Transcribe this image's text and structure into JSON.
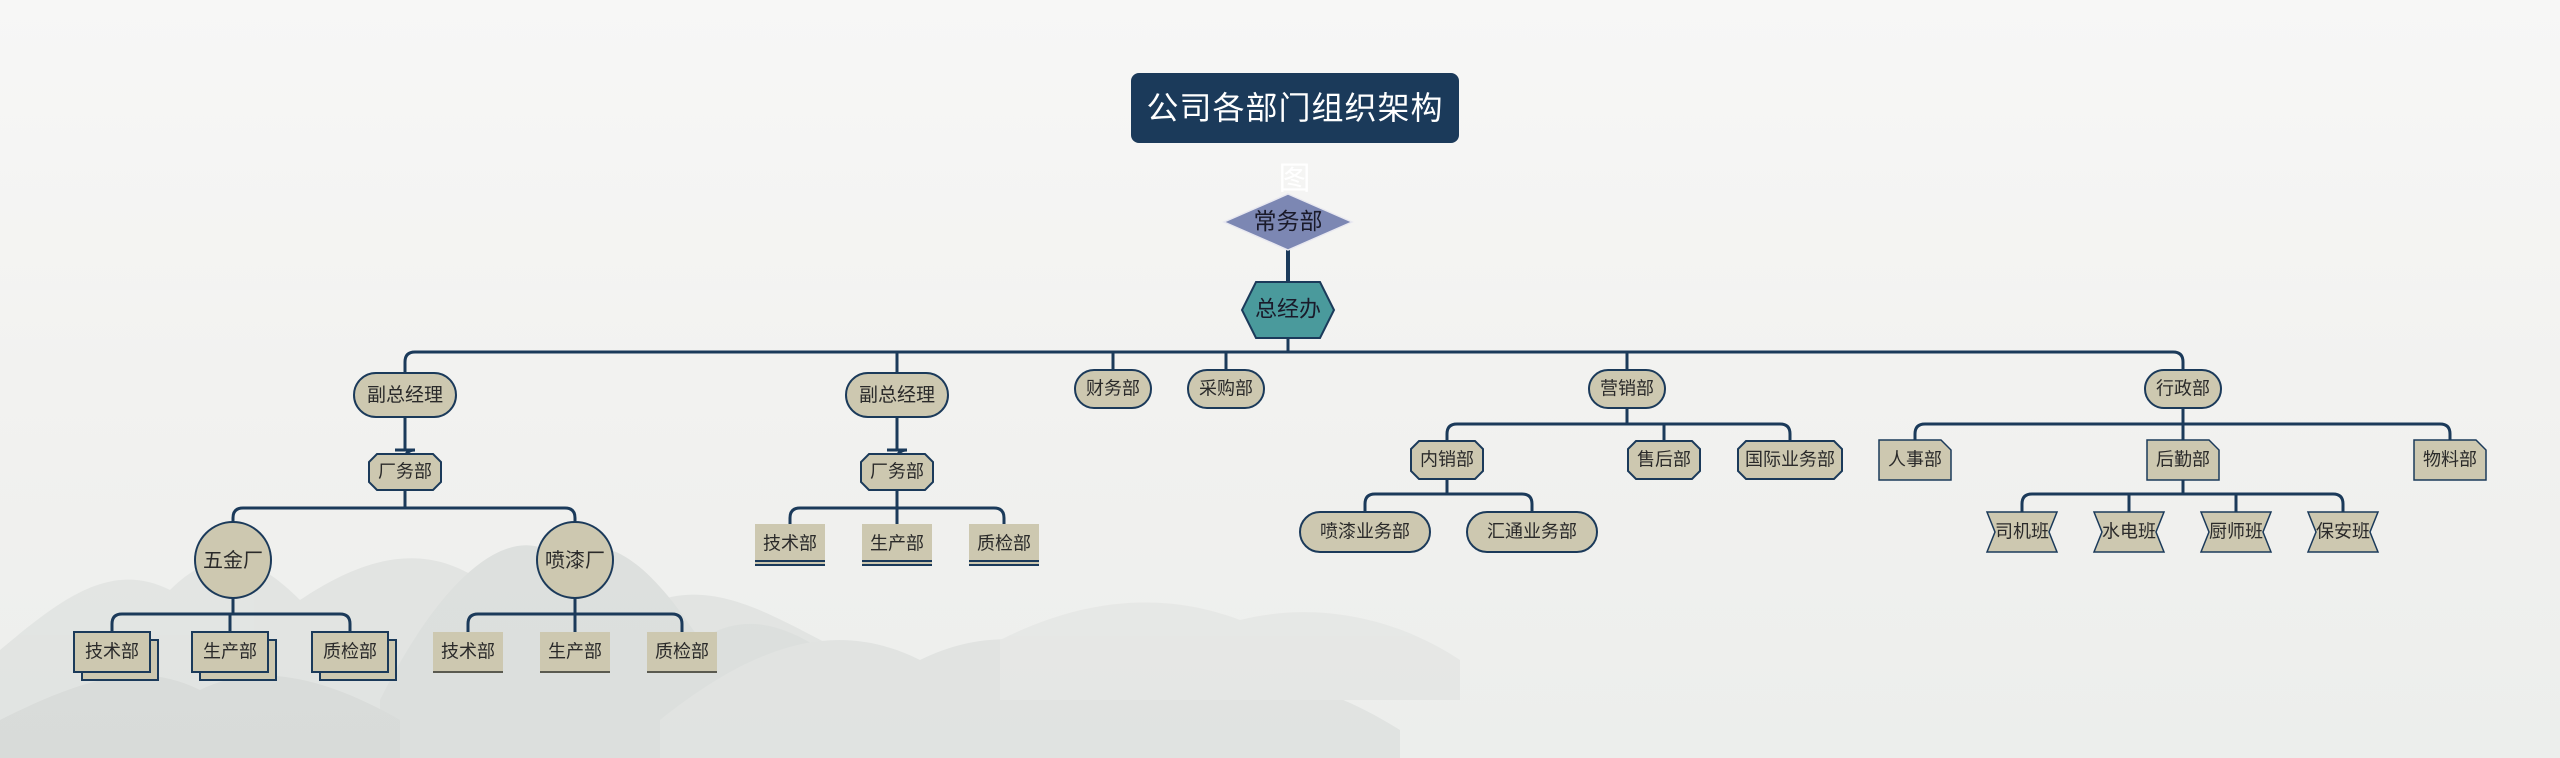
{
  "title": "公司各部门组织架构图",
  "colors": {
    "title_bg": "#1b3a5a",
    "connector": "#1b3a5a",
    "node_fill": "#cdc8b0",
    "diamond_fill": "#7c87b3",
    "hexagon_fill": "#4a9a9c"
  },
  "nodes": {
    "changwubu": "常务部",
    "zongjingban": "总经办",
    "vp1": "副总经理",
    "vp2": "副总经理",
    "caiwubu": "财务部",
    "caigoubu": "采购部",
    "yingxiaobu": "营销部",
    "xingzhengbu": "行政部",
    "vp1_changwubu": "厂务部",
    "vp2_changwubu": "厂务部",
    "wujinchang": "五金厂",
    "penqichang": "喷漆厂",
    "wj_jishubu": "技术部",
    "wj_shengchanbu": "生产部",
    "wj_zhijianbu": "质检部",
    "pq_jishubu": "技术部",
    "pq_shengchanbu": "生产部",
    "pq_zhijianbu": "质检部",
    "vp2_jishubu": "技术部",
    "vp2_shengchanbu": "生产部",
    "vp2_zhijianbu": "质检部",
    "neixiaobu": "内销部",
    "shouhoubu": "售后部",
    "guojiyewubu": "国际业务部",
    "penqiyewubu": "喷漆业务部",
    "huitongyewubu": "汇通业务部",
    "renshibu": "人事部",
    "houqinbu": "后勤部",
    "wuliaobu": "物料部",
    "sijiban": "司机班",
    "shuidianban": "水电班",
    "chushiban": "厨师班",
    "baoanban": "保安班"
  }
}
